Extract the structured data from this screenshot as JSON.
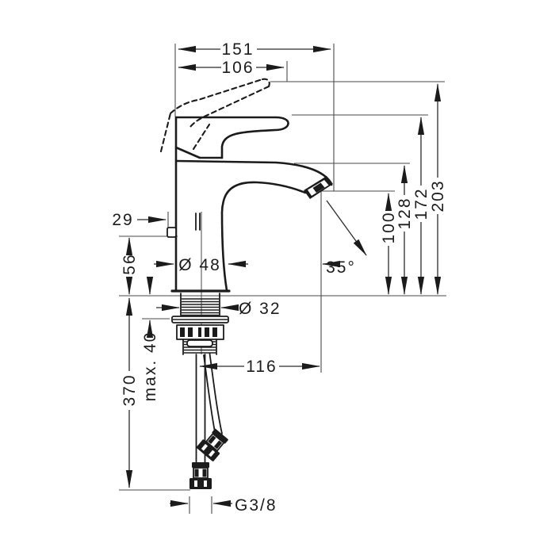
{
  "drawing": {
    "type": "technical-dimension-drawing",
    "subject": "single-lever basin mixer with supply hoses"
  },
  "dims": {
    "total_reach": "151",
    "handle_reach": "106",
    "rear_offset": "29",
    "body_height": "56",
    "hose_length": "370",
    "max_deck_thickness": "max. 40",
    "body_diameter": "Ø 48",
    "shank_diameter": "Ø 32",
    "spout_reach": "116",
    "outlet_height": "100",
    "spout_height": "128",
    "faucet_height": "172",
    "raised_handle_height": "203",
    "outlet_angle": "35°",
    "hose_thread": "G3/8"
  }
}
